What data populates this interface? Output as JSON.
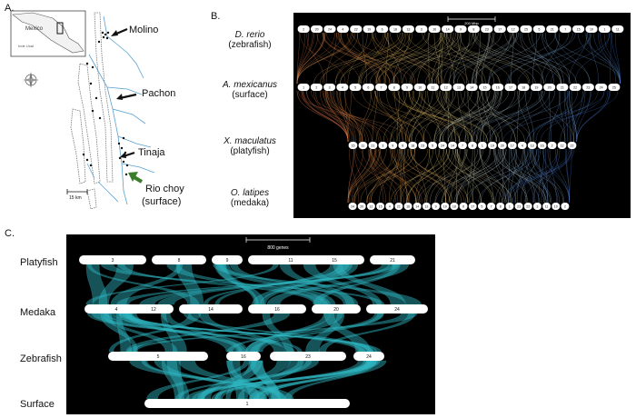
{
  "panelA": {
    "letter": "A.",
    "inset_country": "Mexico",
    "inset_small_label": "Inde Ucal",
    "scale_label": "15 km",
    "sites": [
      "Molino",
      "Pachon",
      "Tinaja",
      "Rio choy"
    ],
    "rio_choy_sub": "(surface)",
    "colors": {
      "river": "#5aa0d0",
      "arrow_green": "#3a7d2a"
    }
  },
  "panelB": {
    "letter": "B.",
    "scale_label": "200 Mbp",
    "species": [
      {
        "sci": "D. rerio",
        "common": "(zebrafish)",
        "chroms": [
          "2",
          "20",
          "24",
          "4",
          "22",
          "19",
          "6",
          "18",
          "13",
          "3",
          "16",
          "14",
          "9",
          "8",
          "23",
          "17",
          "12",
          "25",
          "5",
          "21",
          "7",
          "15",
          "10",
          "1",
          "11"
        ]
      },
      {
        "sci": "A. mexicanus",
        "common": "(surface)",
        "chroms": [
          "1",
          "2",
          "3",
          "4",
          "5",
          "6",
          "7",
          "8",
          "9",
          "10",
          "11",
          "12",
          "13",
          "14",
          "15",
          "16",
          "17",
          "18",
          "19",
          "20",
          "21",
          "22",
          "23",
          "24",
          "25"
        ]
      },
      {
        "sci": "X. maculatus",
        "common": "(platyfish)",
        "chroms": [
          "15",
          "11",
          "21",
          "3",
          "9",
          "6",
          "18",
          "23",
          "5",
          "24",
          "14",
          "7",
          "8",
          "1",
          "19",
          "20",
          "17",
          "4",
          "13",
          "16",
          "2",
          "12",
          "22"
        ]
      },
      {
        "sci": "O. latipes",
        "common": "(medaka)",
        "chroms": [
          "24",
          "20",
          "12",
          "15",
          "4",
          "21",
          "16",
          "14",
          "13",
          "9",
          "19",
          "18",
          "6",
          "17",
          "5",
          "7",
          "8",
          "1",
          "23",
          "22",
          "3",
          "11",
          "10",
          "2"
        ]
      }
    ]
  },
  "panelC": {
    "letter": "C.",
    "scale_label": "800 genes",
    "rows": [
      {
        "name": "Platyfish",
        "chroms": [
          "3",
          "8",
          "9",
          "11",
          "15",
          "21"
        ]
      },
      {
        "name": "Medaka",
        "chroms": [
          "4",
          "12",
          "14",
          "16",
          "20",
          "24"
        ]
      },
      {
        "name": "Zebrafish",
        "chroms": [
          "5",
          "16",
          "23",
          "24"
        ]
      },
      {
        "name": "Surface",
        "chroms": [
          "1"
        ]
      }
    ],
    "colors": {
      "ribbon": "#2fb8c4",
      "bg": "#000000"
    }
  }
}
